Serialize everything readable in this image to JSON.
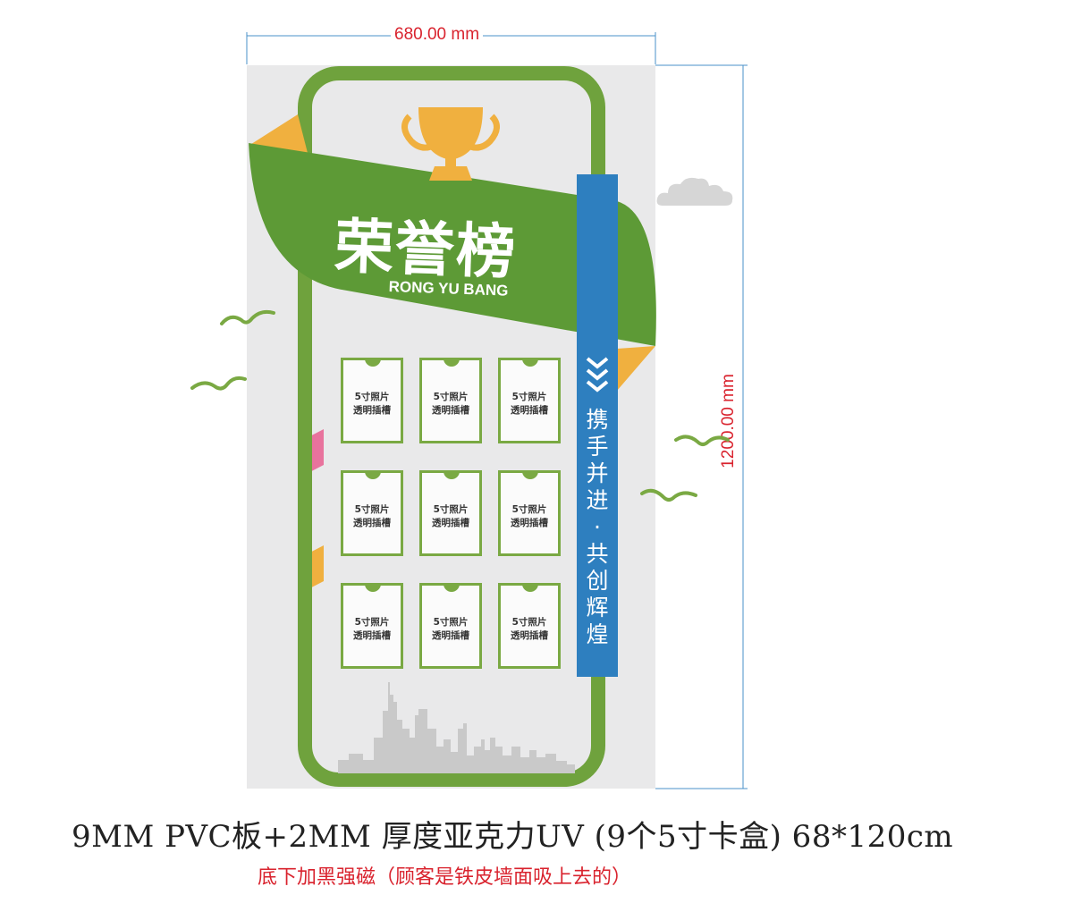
{
  "dimensions": {
    "width": "680.00 mm",
    "height": "1200.00 mm"
  },
  "title": {
    "chinese": "荣誉榜",
    "pinyin": "RONG YU BANG"
  },
  "photo_slots": [
    "5寸照片\n透明插槽",
    "5寸照片\n透明插槽",
    "5寸照片\n透明插槽",
    "5寸照片\n透明插槽",
    "5寸照片\n透明插槽",
    "5寸照片\n透明插槽",
    "5寸照片\n透明插槽",
    "5寸照片\n透明插槽",
    "5寸照片\n透明插槽"
  ],
  "slogan": [
    "携",
    "手",
    "并",
    "进",
    "·",
    "共",
    "创",
    "辉",
    "煌"
  ],
  "spec": "9MM PVC板+2MM 厚度亚克力UV (9个5寸卡盒)   68*120cm",
  "note": "底下加黑强磁（顾客是铁皮墙面吸上去的）",
  "colors": {
    "green": "#5d9a36",
    "light_green": "#7aa943",
    "orange": "#f0b03f",
    "blue": "#2e7fbf",
    "pink": "#e8739d",
    "red": "#d9232e",
    "gray_bg": "#e9e9ea"
  },
  "icons": [
    "trophy-icon",
    "cloud-icon",
    "bird-icon",
    "chevron-down-icon",
    "skyline-graphic"
  ]
}
